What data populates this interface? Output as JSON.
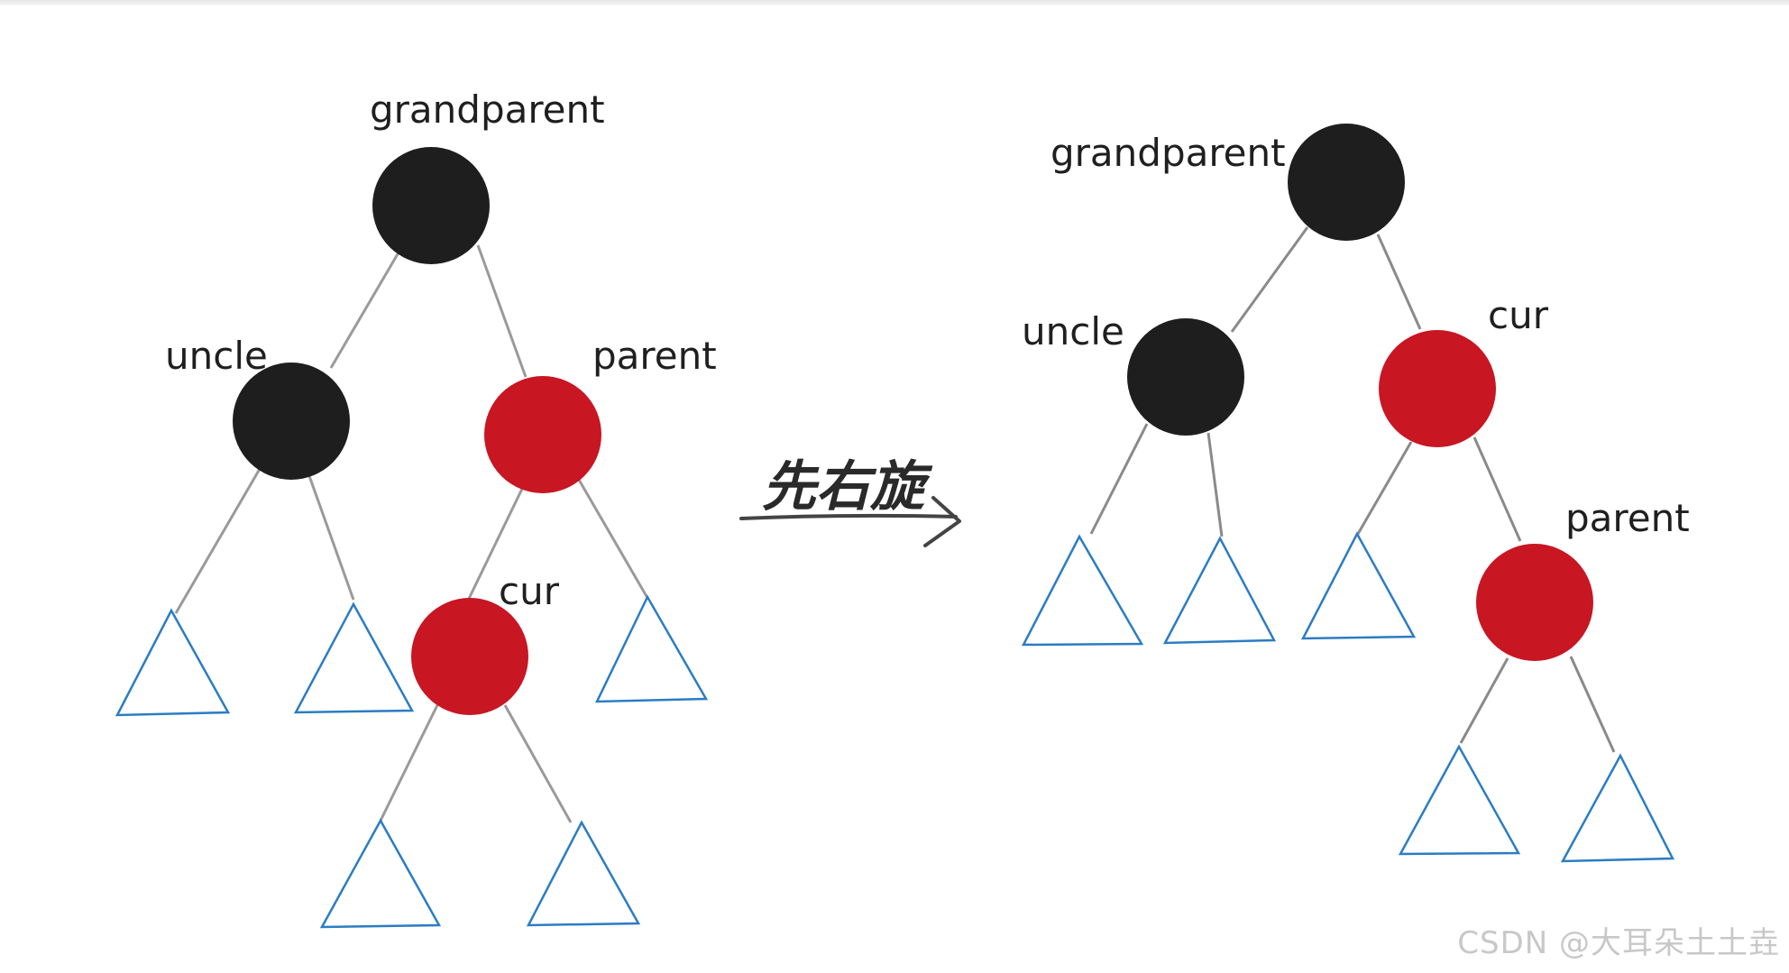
{
  "diagram": {
    "left_tree": {
      "labels": {
        "grandparent": "grandparent",
        "uncle": "uncle",
        "parent": "parent",
        "cur": "cur"
      }
    },
    "transition": {
      "label": "先右旋"
    },
    "right_tree": {
      "labels": {
        "grandparent": "grandparent",
        "uncle": "uncle",
        "cur": "cur",
        "parent": "parent"
      }
    }
  },
  "colors": {
    "black_node": "#1e1e1e",
    "red_node": "#c81623",
    "edge": "#8a8a8a",
    "subtree_outline": "#2b7cc4"
  },
  "watermark": "CSDN @大耳朵土土垚"
}
